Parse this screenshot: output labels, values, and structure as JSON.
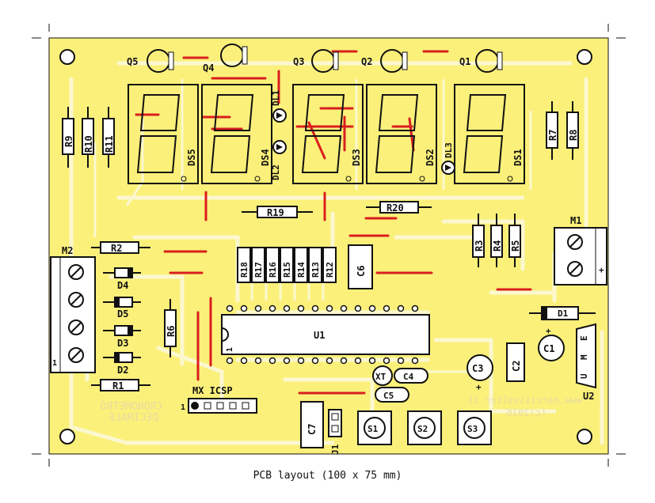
{
  "caption": "PCB layout (100 x 75 mm)",
  "colors": {
    "board": "#fbf07a",
    "trace": "#fbf8d0",
    "copper_top": "#d91e1e",
    "silk": "#111111"
  },
  "transistors": [
    "Q5",
    "Q4",
    "Q3",
    "Q2",
    "Q1"
  ],
  "displays": [
    "DS5",
    "DS4",
    "DS3",
    "DS2",
    "DS1"
  ],
  "leds": [
    "DL1",
    "DL2",
    "DL3"
  ],
  "resistors_left": [
    "R9",
    "R10",
    "R11"
  ],
  "resistors_right": [
    "R7",
    "R8"
  ],
  "resistor_array": [
    "R18",
    "R17",
    "R16",
    "R15",
    "R14",
    "R13",
    "R12"
  ],
  "resistors_mid": [
    "R3",
    "R4",
    "R5"
  ],
  "labels": {
    "r19": "R19",
    "r20": "R20",
    "r2": "R2",
    "r1": "R1",
    "r6": "R6",
    "d1": "D1",
    "d2": "D2",
    "d3": "D3",
    "d4": "D4",
    "d5": "D5",
    "m1": "M1",
    "m2": "M2",
    "c1": "C1",
    "c2": "C2",
    "c3": "C3",
    "c4": "C4",
    "c5": "C5",
    "c6": "C6",
    "c7": "C7",
    "u1": "U1",
    "u2": "U2",
    "xt": "XT",
    "j1": "J1",
    "s1": "S1",
    "s2": "S2",
    "s3": "S3",
    "mx_icsp": "MX ICSP",
    "icsp_pin1": "1",
    "u1_pin1": "1",
    "m2_pin1": "1",
    "plus_m1": "+",
    "plus_c1": "+",
    "plus_c3": "+",
    "u2_pins": [
      "E",
      "M",
      "U"
    ]
  },
  "watermark": {
    "line1": "CRONOMETRO",
    "line2": "DECIMALE",
    "site": "www.narcisivalter.it",
    "year": "(c)2016"
  }
}
